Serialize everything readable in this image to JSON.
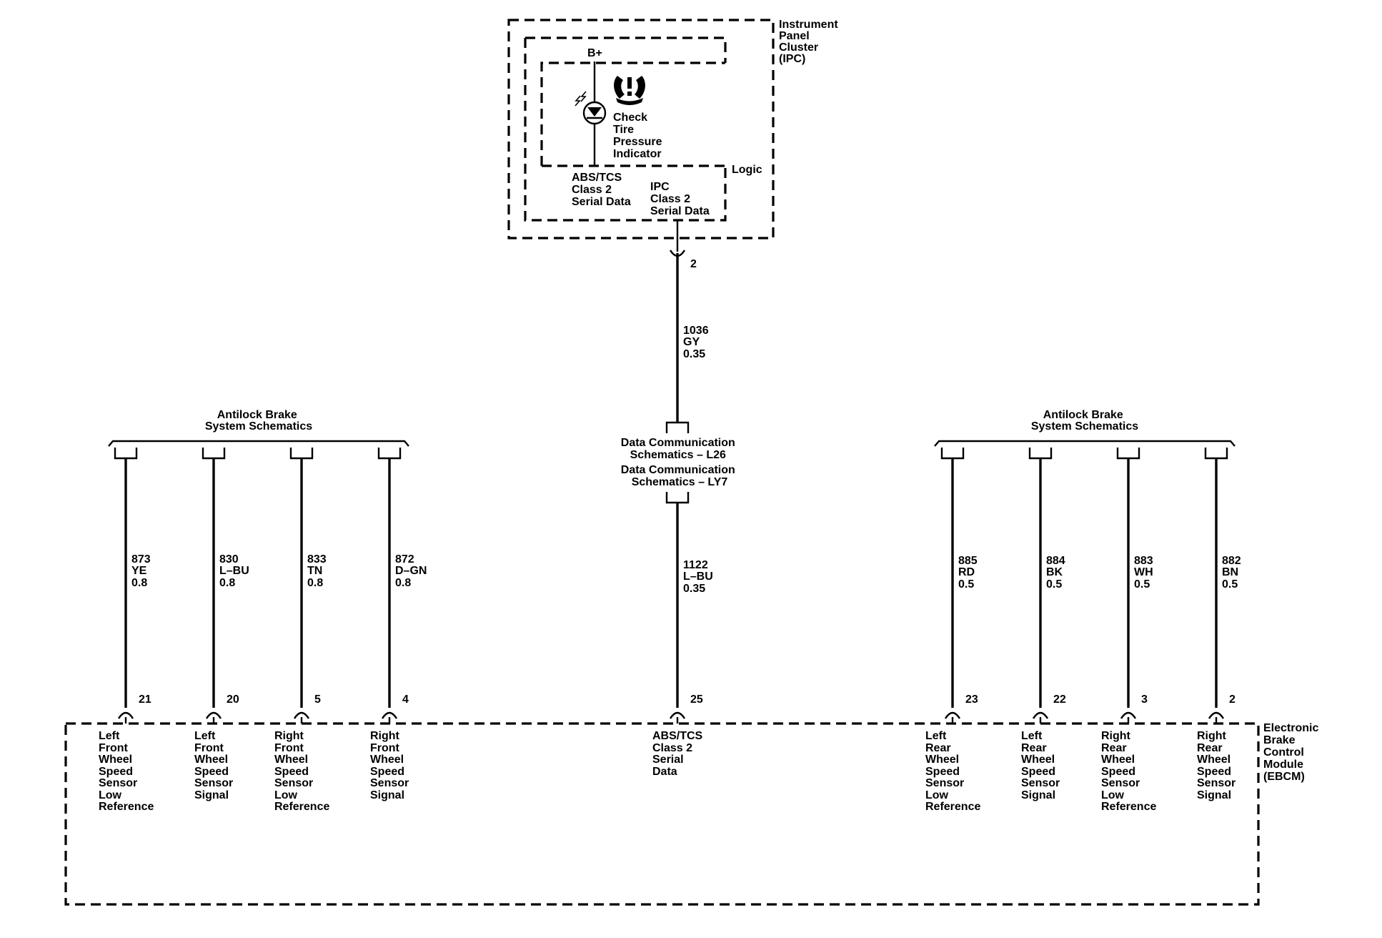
{
  "ipc": {
    "name_lines": [
      "Instrument",
      "Panel",
      "Cluster",
      "(IPC)"
    ],
    "bplus": "B+",
    "logic": "Logic",
    "indicator_lines": [
      "Check",
      "Tire",
      "Pressure",
      "Indicator"
    ],
    "abs_data_lines": [
      "ABS/TCS",
      "Class 2",
      "Serial Data"
    ],
    "ipc_data_lines": [
      "IPC",
      "Class 2",
      "Serial Data"
    ],
    "pin": "2"
  },
  "center_wire_top": {
    "circuit": "1036",
    "color": "GY",
    "size": "0.35"
  },
  "data_comm": {
    "lines": [
      "Data Communication",
      "Schematics – L26",
      "Data Communication",
      "Schematics – LY7"
    ]
  },
  "center_wire_bottom": {
    "circuit": "1122",
    "color": "L–BU",
    "size": "0.35",
    "pin": "25"
  },
  "left_group": {
    "title_lines": [
      "Antilock Brake",
      "System Schematics"
    ],
    "wires": [
      {
        "circuit": "873",
        "color": "YE",
        "size": "0.8",
        "pin": "21",
        "label_lines": [
          "Left",
          "Front",
          "Wheel",
          "Speed",
          "Sensor",
          "Low",
          "Reference"
        ]
      },
      {
        "circuit": "830",
        "color": "L–BU",
        "size": "0.8",
        "pin": "20",
        "label_lines": [
          "Left",
          "Front",
          "Wheel",
          "Speed",
          "Sensor",
          "Signal"
        ]
      },
      {
        "circuit": "833",
        "color": "TN",
        "size": "0.8",
        "pin": "5",
        "label_lines": [
          "Right",
          "Front",
          "Wheel",
          "Speed",
          "Sensor",
          "Low",
          "Reference"
        ]
      },
      {
        "circuit": "872",
        "color": "D–GN",
        "size": "0.8",
        "pin": "4",
        "label_lines": [
          "Right",
          "Front",
          "Wheel",
          "Speed",
          "Sensor",
          "Signal"
        ]
      }
    ]
  },
  "right_group": {
    "title_lines": [
      "Antilock Brake",
      "System Schematics"
    ],
    "wires": [
      {
        "circuit": "885",
        "color": "RD",
        "size": "0.5",
        "pin": "23",
        "label_lines": [
          "Left",
          "Rear",
          "Wheel",
          "Speed",
          "Sensor",
          "Low",
          "Reference"
        ]
      },
      {
        "circuit": "884",
        "color": "BK",
        "size": "0.5",
        "pin": "22",
        "label_lines": [
          "Left",
          "Rear",
          "Wheel",
          "Speed",
          "Sensor",
          "Signal"
        ]
      },
      {
        "circuit": "883",
        "color": "WH",
        "size": "0.5",
        "pin": "3",
        "label_lines": [
          "Right",
          "Rear",
          "Wheel",
          "Speed",
          "Sensor",
          "Low",
          "Reference"
        ]
      },
      {
        "circuit": "882",
        "color": "BN",
        "size": "0.5",
        "pin": "2",
        "label_lines": [
          "Right",
          "Rear",
          "Wheel",
          "Speed",
          "Sensor",
          "Signal"
        ]
      }
    ]
  },
  "ebcm": {
    "name_lines": [
      "Electronic",
      "Brake",
      "Control",
      "Module",
      "(EBCM)"
    ],
    "center_label_lines": [
      "ABS/TCS",
      "Class 2",
      "Serial",
      "Data"
    ]
  }
}
